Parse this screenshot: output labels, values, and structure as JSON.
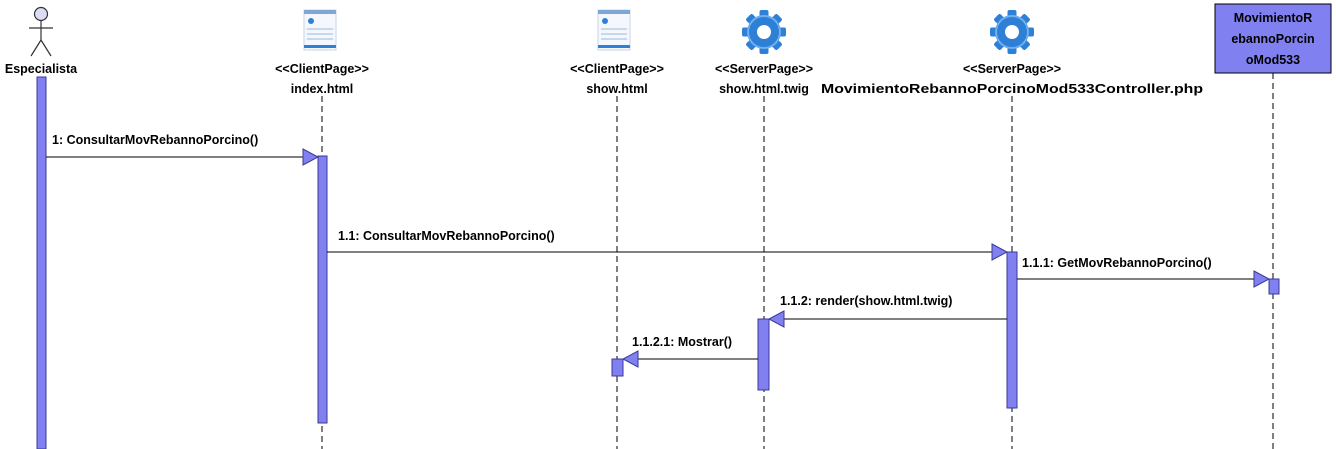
{
  "diagram": {
    "colors": {
      "activation_fill": "#8080f0",
      "activation_stroke": "#3a3a9a",
      "actor_fill": "#dcdcf5",
      "object_box_fill": "#8080f0",
      "line": "#000000",
      "icon_blue": "#2e7fd6"
    },
    "actor": {
      "name": "Especialista",
      "icon": "actor-stick-figure-icon"
    },
    "participants": [
      {
        "id": "index",
        "stereotype": "<<ClientPage>>",
        "name": "index.html",
        "icon": "client-page-icon"
      },
      {
        "id": "show",
        "stereotype": "<<ClientPage>>",
        "name": "show.html",
        "icon": "client-page-icon"
      },
      {
        "id": "twig",
        "stereotype": "<<ServerPage>>",
        "name": "show.html.twig",
        "icon": "server-page-gear-icon"
      },
      {
        "id": "controller",
        "stereotype": "<<ServerPage>>",
        "name": "MovimientoRebannoPorcinoMod533Controller.php",
        "icon": "server-page-gear-icon"
      },
      {
        "id": "entity",
        "name_lines": [
          "MovimientoR",
          "ebannoPorcin",
          "oMod533"
        ]
      }
    ],
    "messages": [
      {
        "label": "1: ConsultarMovRebannoPorcino()",
        "from": "actor",
        "to": "index"
      },
      {
        "label": "1.1: ConsultarMovRebannoPorcino()",
        "from": "index",
        "to": "controller"
      },
      {
        "label": "1.1.1: GetMovRebannoPorcino()",
        "from": "controller",
        "to": "entity"
      },
      {
        "label": "1.1.2: render(show.html.twig)",
        "from": "controller",
        "to": "twig"
      },
      {
        "label": "1.1.2.1: Mostrar()",
        "from": "twig",
        "to": "show"
      }
    ]
  }
}
